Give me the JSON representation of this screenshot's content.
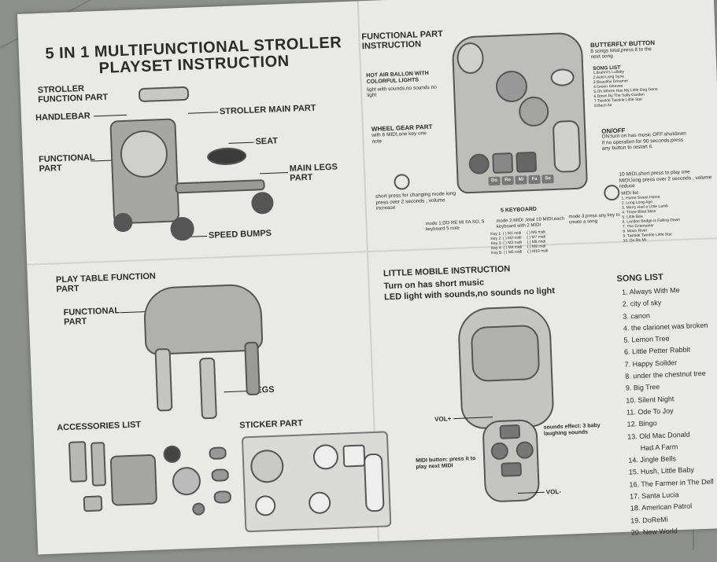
{
  "title": {
    "line1": "5 IN 1 MULTIFUNCTIONAL STROLLER",
    "line2": "PLAYSET INSTRUCTION"
  },
  "stroller": {
    "function_part": "STROLLER FUNCTION PART",
    "handlebar": "HANDLEBAR",
    "main_part": "STROLLER MAIN PART",
    "seat": "SEAT",
    "functional_part": "FUNCTIONAL PART",
    "main_legs": "MAIN LEGS PART",
    "speed_bumps": "SPEED BUMPS"
  },
  "functional_part": {
    "heading": "FUNCTIONAL PART INSTRUCTION",
    "hot_air_title": "HOT AIR BALLON WITH COLORFUL LIGHTS",
    "hot_air_desc": "light with sounds,no sounds no light",
    "wheel_gear_title": "WHEEL GEAR PART",
    "wheel_gear_desc": "with 6 MIDI,one key one note",
    "butterfly_title": "BUTTERFLY BUTTON",
    "butterfly_desc": "8 songs total,press it to the next song",
    "song_list_title": "SONG LIST",
    "butterfly_songs": [
      "1.Brahm's Lullaby",
      "2.Auld Lang Syne",
      "3.Beautiful Dreamer",
      "4.Green Sleeves",
      "5.Oh,Where Has My Little Dog Gone",
      "6.Down By The Sally Garden",
      "7.Twinkle Twinkle Little Star",
      "8.Bach Air"
    ],
    "onoff_title": "ON/OFF",
    "onoff_desc": "ON:turn on has music OFF:shutdown if no operation for 90 seconds,press any button to restart it.",
    "mode_desc": "short press for changing mode long press over 2 seconds , volume increase",
    "keyboard_label": "5 KEYBOARD",
    "keys": [
      "Do",
      "Re",
      "Mi",
      "Fa",
      "So"
    ],
    "midi_desc": "10 MIDI,short press to play one MIDI,long press over 2 seconds , volume reduce",
    "midi_list_title": "MIDI list",
    "midi_list": [
      "1. Home Sweet Home",
      "2. Long Long Ago",
      "3. Merry Had a Little Lamb",
      "4. Three Blind Mice",
      "5. Little Bee",
      "6. London Bridge is Falling Down",
      "7. The Entertainer",
      "8. Moon River",
      "9. Twinkle Twinkle Little Star",
      "10. Do Re Mi"
    ],
    "mode1": "mode 1:DO RE MI FA SO, 5 keyboard 5 note",
    "mode2": "mode 2:MIDI ,total 10 MIDI,each keyboard with 2 MIDI",
    "mode3": "mode 3:press any key to create a song",
    "key_map_left": "Key 1: ( ) M1 midi\nKey 2: ( ) M2 midi\nKey 3: ( ) M3 midi\nKey 4: ( ) M4 midi\nKey 5: ( ) M5 midi",
    "key_map_right": "( ) M6 midi\n( ) M7 midi\n( ) M8 midi\n( ) M9 midi\n( ) M10 midi"
  },
  "play_table": {
    "heading": "PLAY TABLE FUNCTION PART",
    "functional_part": "FUNCTIONAL PART",
    "legs": "LEGS"
  },
  "accessories": {
    "heading": "ACCESSORIES LIST"
  },
  "sticker": {
    "heading": "STICKER PART"
  },
  "mobile": {
    "heading": "LITTLE MOBILE INSTRUCTION",
    "line1": "Turn on has short music",
    "line2": "LED light with sounds,no sounds no light",
    "vol_plus": "VOL+",
    "vol_minus": "VOL-",
    "sounds_effect": "sounds effect: 3 baby laughing sounds",
    "midi_button": "MIDI button: press it to play next MIDI"
  },
  "song_list": {
    "title": "SONG LIST",
    "songs": [
      "1. Always With Me",
      "2. city of sky",
      "3. canon",
      "4. the clarionet was broken",
      "5. Lemon Tree",
      "6. Little Petter Rabbit",
      "7. Happy Soilder",
      "8. under the chestnut tree",
      "9. Big Tree",
      "10. Silent Night",
      "11. Ode To Joy",
      "12. Bingo",
      "13. Old Mac Donald",
      "Had A Farm",
      "14. Jingle Bells",
      "15. Hush, Little Baby",
      "16. The Farmer in The Dell",
      "17. Santa Lucia",
      "18. American Patrol",
      "19. DoReMi",
      "20. New World"
    ]
  }
}
